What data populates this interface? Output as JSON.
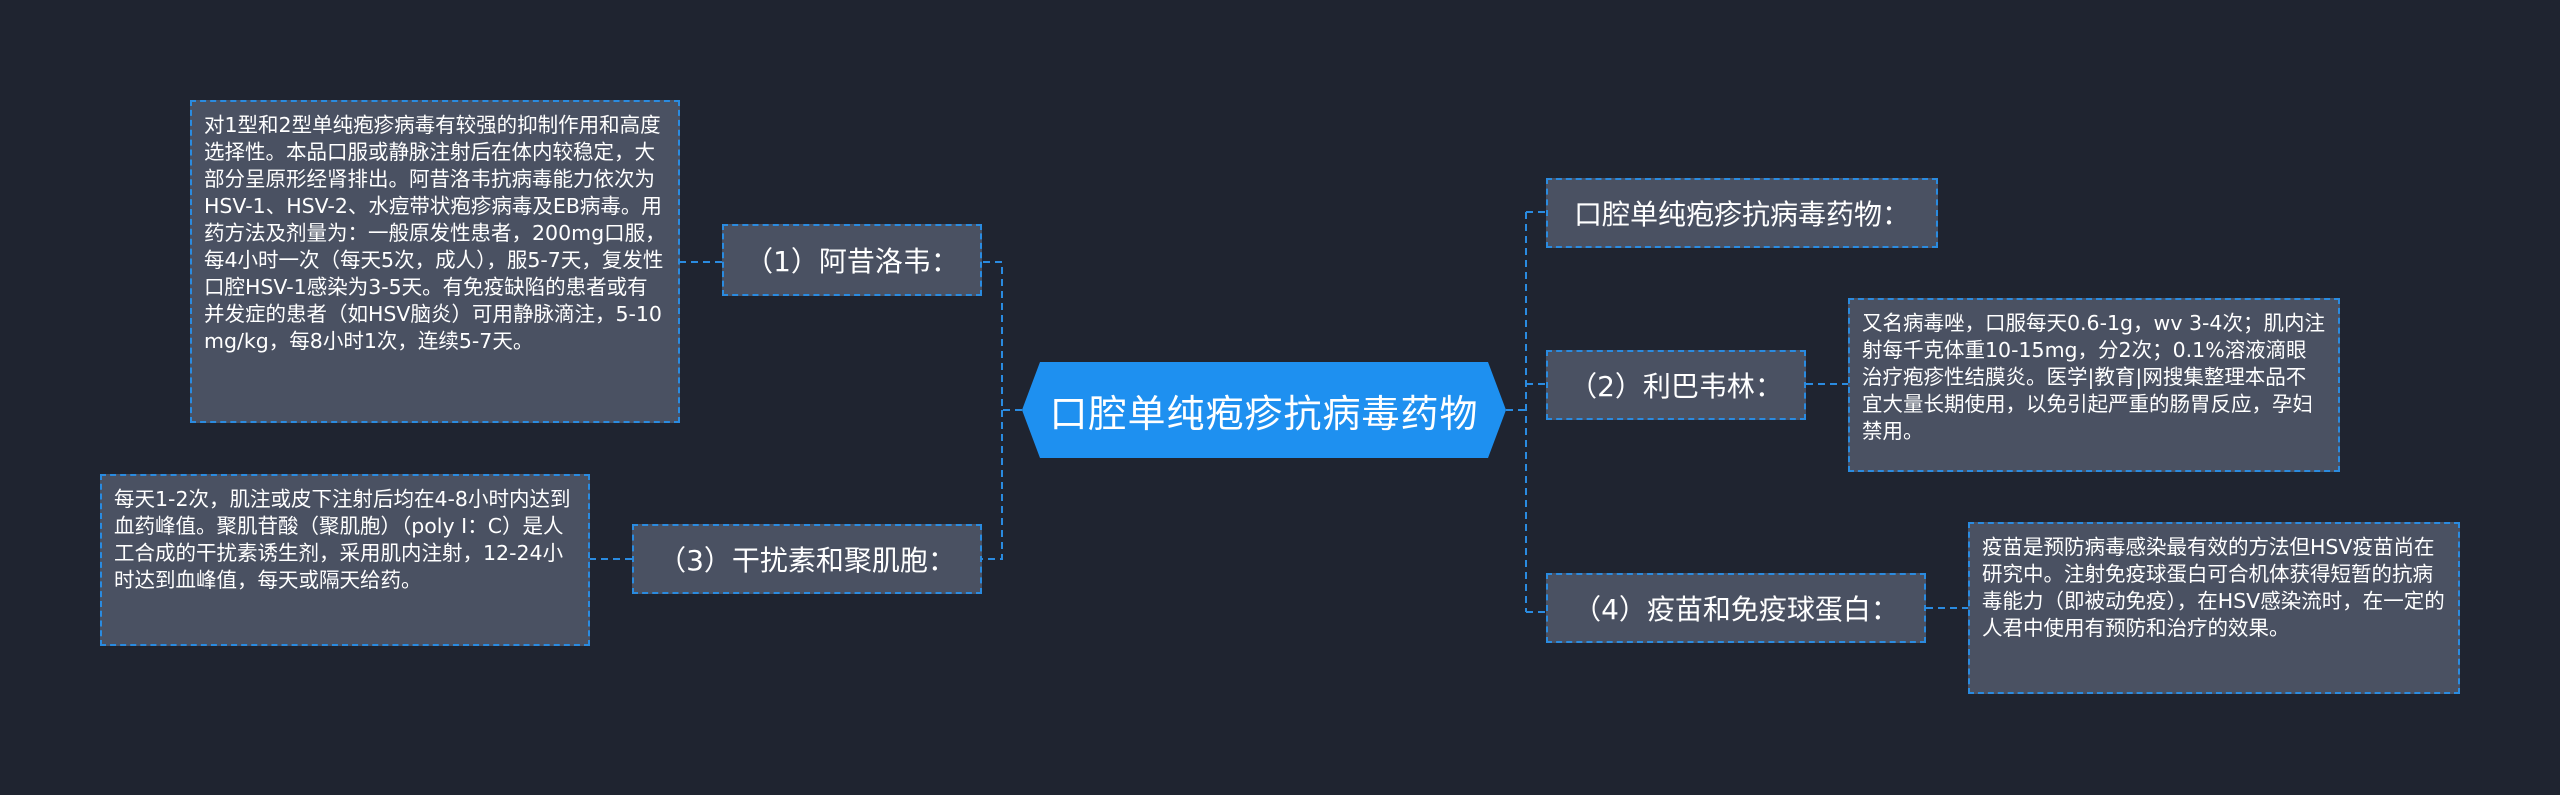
{
  "center": {
    "title": "口腔单纯疱疹抗病毒药物"
  },
  "branches": [
    {
      "label": "（1）阿昔洛韦："
    },
    {
      "label": "（3）干扰素和聚肌胞："
    },
    {
      "label": "口腔单纯疱疹抗病毒药物："
    },
    {
      "label": "（2）利巴韦林："
    },
    {
      "label": "（4）疫苗和免疫球蛋白："
    }
  ],
  "leaves": [
    {
      "text": "对1型和2型单纯疱疹病毒有较强的抑制作用和高度选择性。本品口服或静脉注射后在体内较稳定，大部分呈原形经肾排出。阿昔洛韦抗病毒能力依次为HSV-1、HSV-2、水痘带状疱疹病毒及EB病毒。用药方法及剂量为：一般原发性患者，200mg口服，每4小时一次（每天5次，成人），服5-7天，复发性口腔HSV-1感染为3-5天。有免疫缺陷的患者或有并发症的患者（如HSV脑炎）可用静脉滴注，5-10mg/kg，每8小时1次，连续5-7天。"
    },
    {
      "text": "每天1-2次，肌注或皮下注射后均在4-8小时内达到血药峰值。聚肌苷酸（聚肌胞）（poly I：C）是人工合成的干扰素诱生剂，采用肌内注射，12-24小时达到血峰值，每天或隔天给药。"
    },
    {
      "text": "又名病毒唑，口服每天0.6-1g，wv 3-4次；肌内注射每千克体重10-15mg，分2次；0.1%溶液滴眼治疗疱疹性结膜炎。医学|教育|网搜集整理本品不宜大量长期使用，以免引起严重的肠胃反应，孕妇禁用。"
    },
    {
      "text": "疫苗是预防病毒感染最有效的方法但HSV疫苗尚在研究中。注射免疫球蛋白可合机体获得短暂的抗病毒能力（即被动免疫），在HSV感染流时，在一定的人君中使用有预防和治疗的效果。"
    }
  ],
  "colors": {
    "background": "#1f2430",
    "center_fill": "#1e90f0",
    "node_fill": "#4a5162",
    "connector": "#2a8be0",
    "text": "#ffffff"
  }
}
